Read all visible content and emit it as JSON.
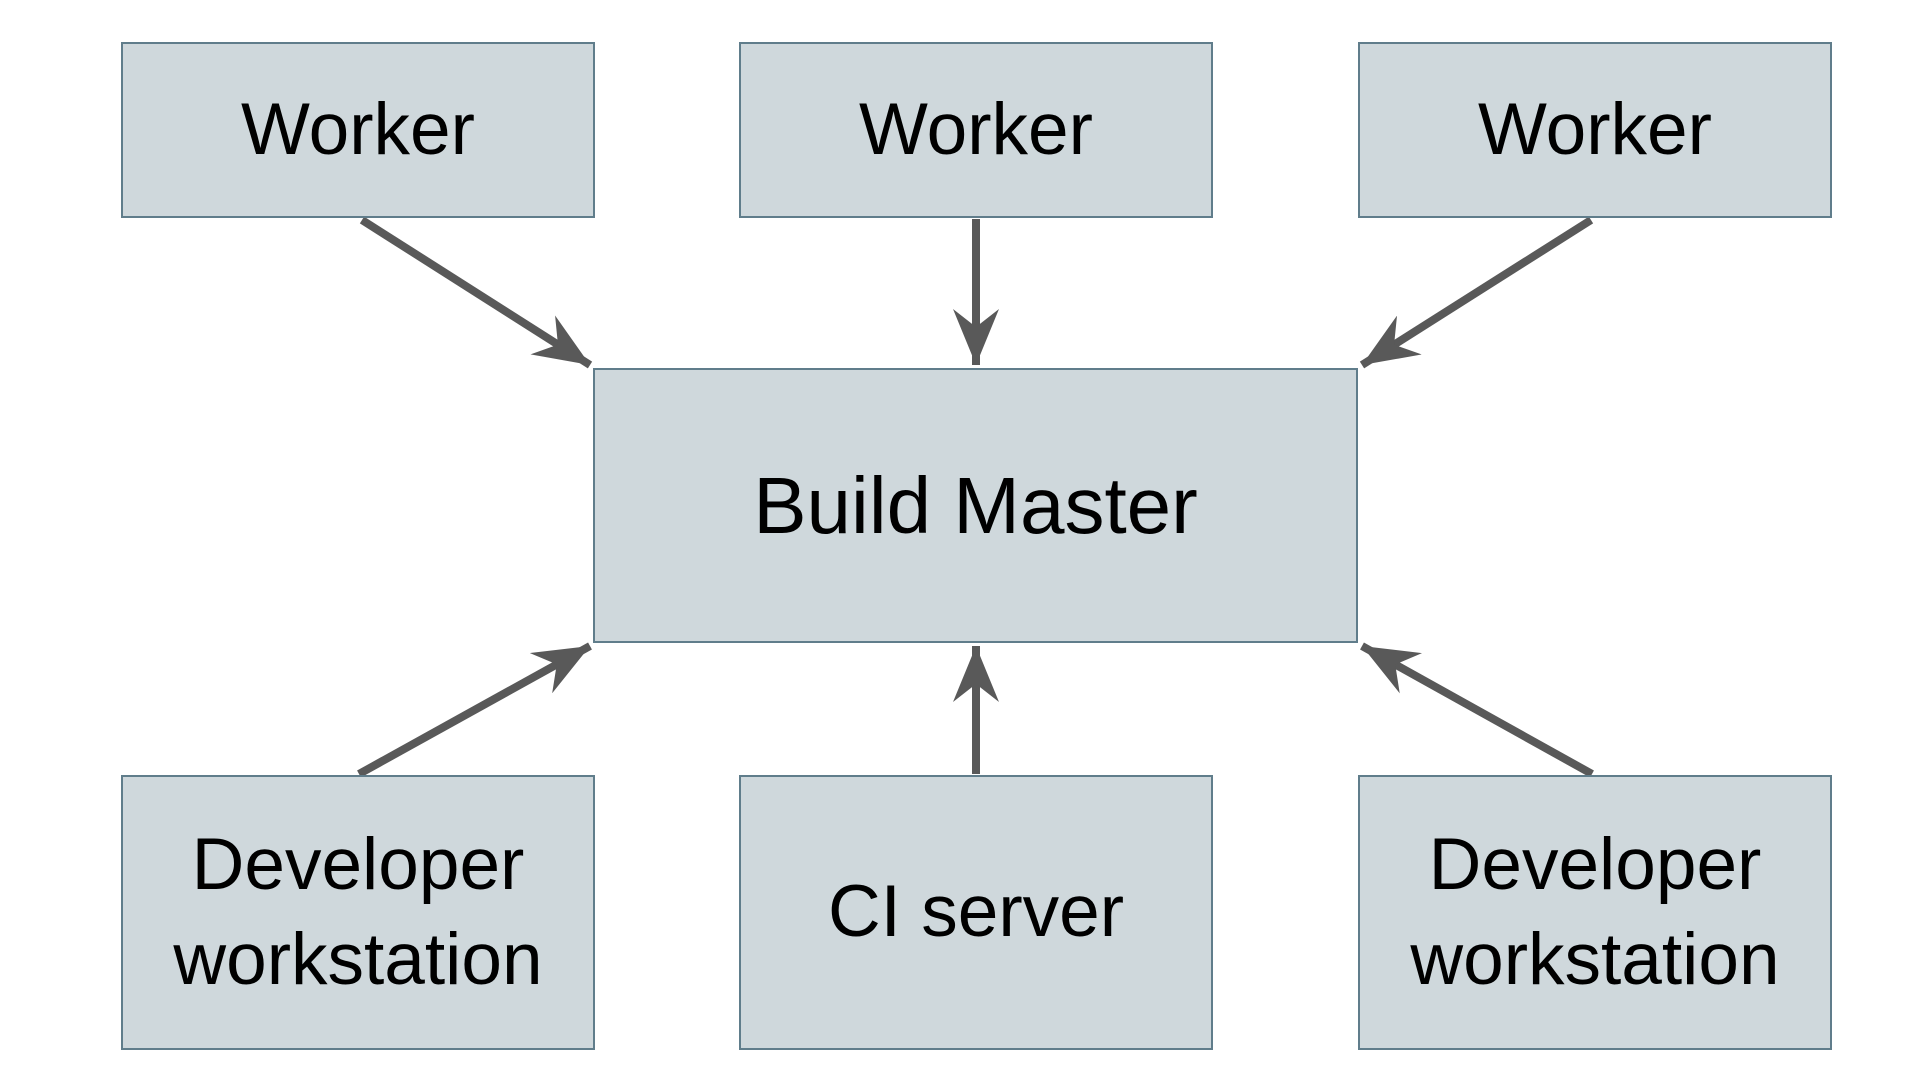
{
  "diagram": {
    "type": "flow-diagram",
    "nodes": {
      "worker_1": {
        "label": "Worker"
      },
      "worker_2": {
        "label": "Worker"
      },
      "worker_3": {
        "label": "Worker"
      },
      "build_master": {
        "label": "Build Master"
      },
      "dev_workstation_1": {
        "label": "Developer workstation"
      },
      "ci_server": {
        "label": "CI server"
      },
      "dev_workstation_2": {
        "label": "Developer workstation"
      }
    },
    "edges": [
      {
        "from": "worker_1",
        "to": "build_master"
      },
      {
        "from": "worker_2",
        "to": "build_master"
      },
      {
        "from": "worker_3",
        "to": "build_master"
      },
      {
        "from": "dev_workstation_1",
        "to": "build_master"
      },
      {
        "from": "ci_server",
        "to": "build_master"
      },
      {
        "from": "dev_workstation_2",
        "to": "build_master"
      }
    ],
    "colors": {
      "node_fill": "#cfd8dc",
      "node_border": "#607d8b",
      "arrow": "#595959",
      "text": "#000000",
      "background": "#ffffff"
    }
  }
}
